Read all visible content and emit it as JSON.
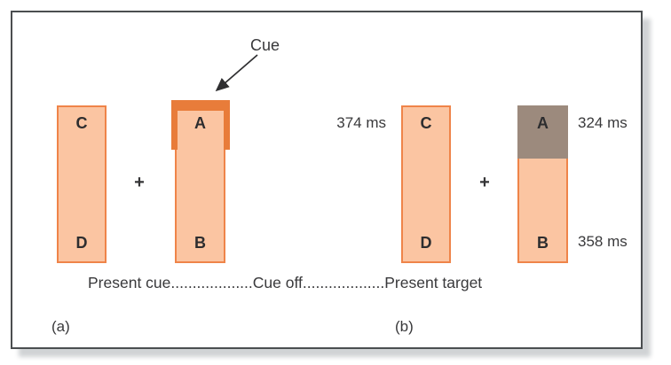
{
  "colors": {
    "rect_fill": "#fbc5a2",
    "rect_border": "#ef8449",
    "cue_orange": "#e87c3a",
    "target_overlay_fill": "#9c8a7d",
    "text": "#39393b",
    "frame_border": "#4b4e50",
    "frame_shadow": "#d0d3d5"
  },
  "panel_a": {
    "label": "(a)",
    "cue_label": "Cue",
    "fixation": "+",
    "left_rect": {
      "top": "C",
      "bottom": "D"
    },
    "right_rect": {
      "top": "A",
      "bottom": "B"
    }
  },
  "panel_b": {
    "label": "(b)",
    "fixation": "+",
    "left_rect": {
      "top": "C",
      "bottom": "D",
      "top_rt": "374 ms"
    },
    "right_rect": {
      "top": "A",
      "bottom": "B",
      "top_rt": "324 ms",
      "bottom_rt": "358 ms"
    }
  },
  "timeline": "Present cue...................Cue off...................Present target"
}
